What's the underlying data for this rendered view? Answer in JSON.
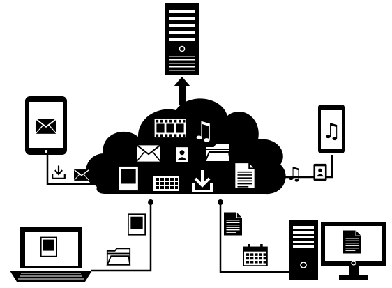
{
  "diagram": {
    "colors": {
      "ink": "#000000",
      "paper": "#ffffff",
      "grey": "#9a9a9a"
    },
    "center": {
      "name": "cloud",
      "icons": [
        "film-strip-icon",
        "music-note-icon",
        "mail-icon",
        "contact-card-icon",
        "folder-icon",
        "photo-icon",
        "calendar-icon",
        "download-icon",
        "document-icon"
      ]
    },
    "devices": [
      {
        "name": "server-tower",
        "direction": "upload-to-server"
      },
      {
        "name": "tablet",
        "shows": "mail-icon",
        "transfers": [
          "download-icon",
          "mail-icon"
        ]
      },
      {
        "name": "smartphone",
        "shows": "music-note-icon",
        "transfers": [
          "music-note-icon",
          "contact-card-icon"
        ]
      },
      {
        "name": "laptop",
        "shows": "photo-icon",
        "transfers": [
          "photo-icon",
          "folder-icon"
        ]
      },
      {
        "name": "desktop-computer",
        "shows": "document-icon",
        "transfers": [
          "document-icon",
          "calendar-icon"
        ]
      }
    ],
    "glyphs": {
      "music_note": "♫"
    }
  }
}
